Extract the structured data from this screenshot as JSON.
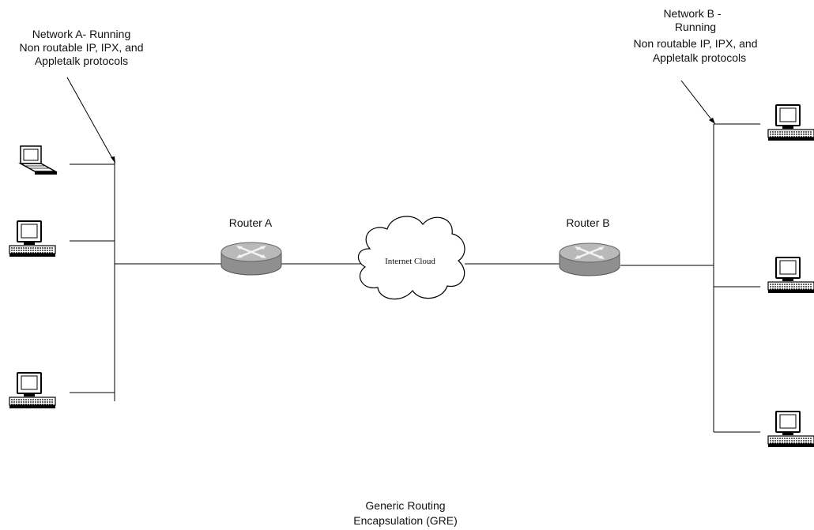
{
  "network_a": {
    "label_lines": [
      "Network A- Running",
      "Non routable IP, IPX, and",
      "Appletalk protocols"
    ]
  },
  "network_b": {
    "label_lines": [
      "Network B -",
      "Running",
      "Non routable IP, IPX, and",
      "Appletalk protocols"
    ]
  },
  "router_a": {
    "label": "Router A"
  },
  "router_b": {
    "label": "Router B"
  },
  "cloud": {
    "label": "Internet Cloud"
  },
  "footer": {
    "lines": [
      "Generic Routing",
      "Encapsulation (GRE)"
    ]
  }
}
